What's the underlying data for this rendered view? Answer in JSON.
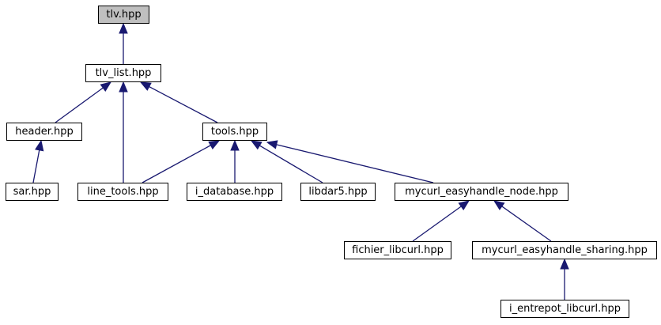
{
  "colors": {
    "edge": "#191970",
    "root_fill": "#bfbfbf",
    "node_fill": "#ffffff",
    "node_border": "#000000"
  },
  "nodes": {
    "tlv": "tlv.hpp",
    "tlv_list": "tlv_list.hpp",
    "header": "header.hpp",
    "tools": "tools.hpp",
    "sar": "sar.hpp",
    "line_tools": "line_tools.hpp",
    "i_database": "i_database.hpp",
    "libdar5": "libdar5.hpp",
    "mycurl_easyhandle_node": "mycurl_easyhandle_node.hpp",
    "fichier_libcurl": "fichier_libcurl.hpp",
    "mycurl_easyhandle_sharing": "mycurl_easyhandle_sharing.hpp",
    "i_entrepot_libcurl": "i_entrepot_libcurl.hpp"
  },
  "edges": [
    {
      "from": "tlv_list",
      "to": "tlv"
    },
    {
      "from": "header",
      "to": "tlv_list"
    },
    {
      "from": "line_tools",
      "to": "tlv_list"
    },
    {
      "from": "tools",
      "to": "tlv_list"
    },
    {
      "from": "sar",
      "to": "header"
    },
    {
      "from": "line_tools",
      "to": "tools"
    },
    {
      "from": "i_database",
      "to": "tools"
    },
    {
      "from": "libdar5",
      "to": "tools"
    },
    {
      "from": "mycurl_easyhandle_node",
      "to": "tools"
    },
    {
      "from": "fichier_libcurl",
      "to": "mycurl_easyhandle_node"
    },
    {
      "from": "mycurl_easyhandle_sharing",
      "to": "mycurl_easyhandle_node"
    },
    {
      "from": "i_entrepot_libcurl",
      "to": "mycurl_easyhandle_sharing"
    }
  ]
}
